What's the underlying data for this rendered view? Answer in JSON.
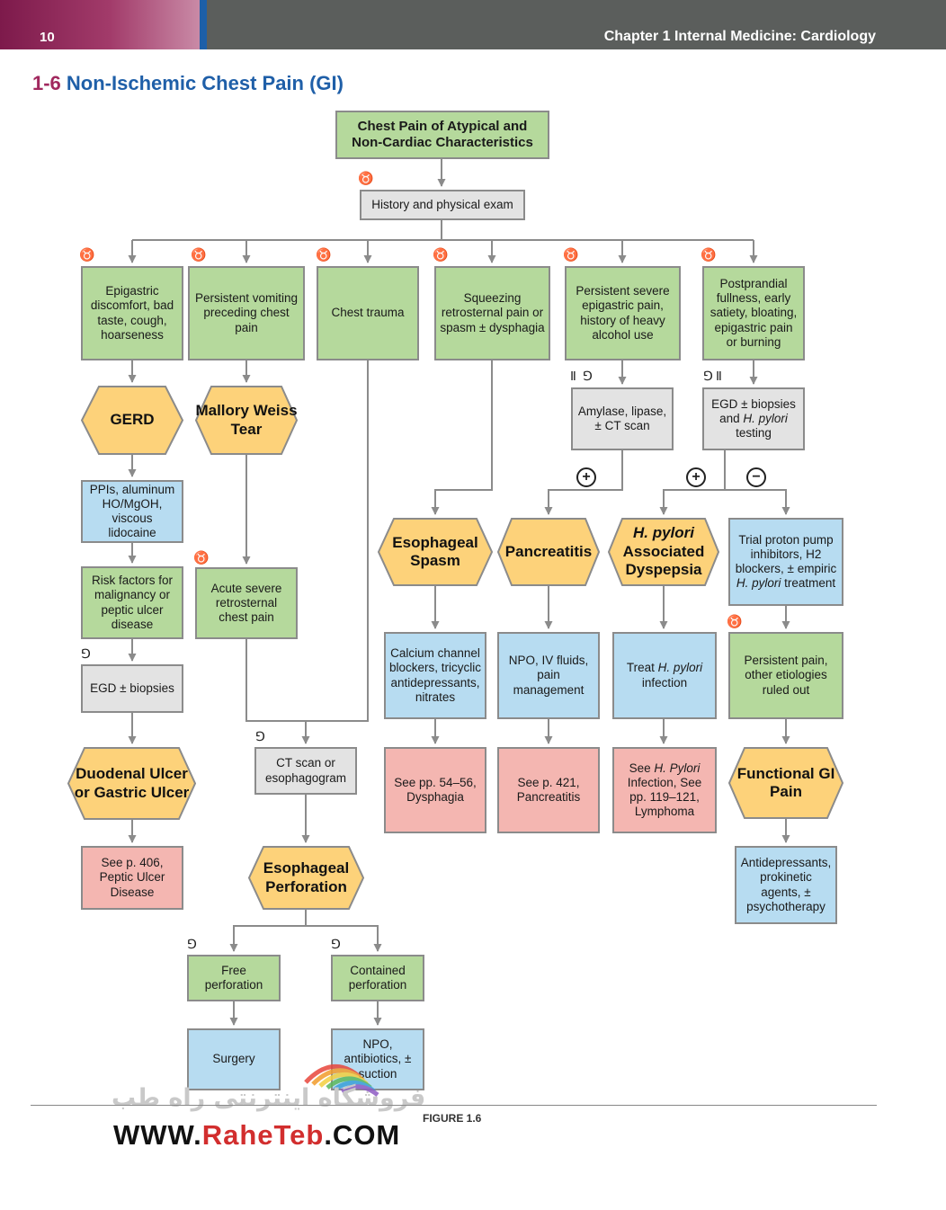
{
  "header": {
    "page_number": "10",
    "chapter": "Chapter 1  Internal Medicine: Cardiology"
  },
  "section": {
    "number": "1-6",
    "title": "Non-Ischemic Chest Pain (GI)"
  },
  "nodes": {
    "start": "Chest Pain of Atypical and Non-Cardiac Characteristics",
    "history": "History and physical exam",
    "epigastric": "Epigastric discomfort, bad taste, cough, hoarseness",
    "vomiting": "Persistent vomiting preceding chest pain",
    "trauma": "Chest trauma",
    "squeezing": "Squeezing retrosternal pain or spasm ± dysphagia",
    "severe_epi": "Persistent severe epigastric pain, history of heavy alcohol use",
    "postprandial": "Postprandial fullness, early satiety, bloating, epigastric pain or burning",
    "gerd": "GERD",
    "mallory": "Mallory Weiss Tear",
    "amylase": "Amylase, lipase, ± CT scan",
    "egd_hp_pre": "EGD ± biopsies and ",
    "egd_hp_em": "H. pylori",
    "egd_hp_post": " testing",
    "ppis": "PPIs, aluminum HO/MgOH, viscous lidocaine",
    "risk": "Risk factors for malignancy or peptic ulcer disease",
    "acute": "Acute severe retrosternal chest pain",
    "esoph_spasm": "Esophageal Spasm",
    "pancreatitis": "Pancreatitis",
    "hp_em": "H. pylori",
    "hp_rest": "Associated Dyspepsia",
    "trial_pre": "Trial proton pump inhibitors, H2 blockers, ± empiric ",
    "trial_em": "H. pylori",
    "trial_post": " treatment",
    "egd": "EGD ± biopsies",
    "calcium": "Calcium channel blockers, tricyclic antidepressants, nitrates",
    "npo": "NPO, IV fluids, pain management",
    "treat_pre": "Treat ",
    "treat_em": "H. pylori",
    "treat_post": " infection",
    "persistent": "Persistent pain, other etiologies ruled out",
    "duodenal": "Duodenal Ulcer or Gastric Ulcer",
    "ct": "CT scan or esophagogram",
    "see_dysph": "See pp. 54–56, Dysphagia",
    "see_pancr": "See p. 421, Pancreatitis",
    "see_hp_pre": "See ",
    "see_hp_em": "H. Pylori",
    "see_hp_post": " Infection, See pp. 119–121, Lymphoma",
    "functional": "Functional GI Pain",
    "see_peptic": "See p. 406, Peptic Ulcer Disease",
    "perforation": "Esophageal Perforation",
    "antidep": "Antidepressants, prokinetic agents, ± psychotherapy",
    "free": "Free perforation",
    "contained": "Contained perforation",
    "surgery": "Surgery",
    "npo2": "NPO, antibiotics, ± suction"
  },
  "signs": {
    "positive": "+",
    "negative": "−"
  },
  "icons": {
    "exam": "stethoscope-icon",
    "procedure": "endoscope-icon",
    "lab": "test-tube-icon"
  },
  "colors": {
    "finding": "#b5d99c",
    "test": "#e3e3e3",
    "treatment": "#b7dcf1",
    "reference": "#f4b6b1",
    "diagnosis": "#fdd27a",
    "section_title": "#1f5fa8",
    "section_number": "#a1285e"
  },
  "footer": {
    "figure_label": "FIGURE 1.6"
  },
  "watermark": {
    "arabic": "فروشگاه اینترنتی راه طب",
    "url_pre": "WWW.",
    "url_brand": "RaheTeb",
    "url_post": ".COM"
  }
}
